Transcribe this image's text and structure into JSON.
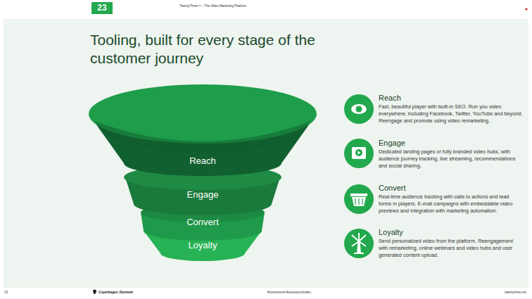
{
  "diagram": {
    "title": "Tooling, built for every stage of the customer journey",
    "nodes": [
      {
        "text": [
          "Reach"
        ]
      },
      {
        "text": [
          "Engage"
        ]
      },
      {
        "text": [
          "Convert"
        ]
      },
      {
        "text": [
          "Loyalty"
        ]
      },
      {
        "text": [
          "Reach",
          "Fast, beautiful player with built-in SEO. Run you video everywhere, including Facebook, Twitter, YouTube and beyond. Reengage and promote using video remarketing."
        ]
      },
      {
        "text": [
          "Engage",
          "Dedicated landing pages or fully branded video hubs, with audience journey tracking, live streaming, recommendations and social sharing."
        ]
      },
      {
        "text": [
          "Convert",
          "Real-time audience tracking with calls to actions and lead forms in players. E-mail campaigns with embeddable video previews and integration with marketing automation."
        ]
      },
      {
        "text": [
          "Loyalty",
          "Send personalized video from the platform. Reengagement with remarketing, online webinars and video hubs and user generated content upload."
        ]
      }
    ],
    "labels": [
      "23",
      "TwentyThree™ – The Video Marketing Platform",
      "13",
      "Copenhagen, Denmark",
      "#contsummit #evolutionofvideo",
      "twentythree.net"
    ]
  }
}
